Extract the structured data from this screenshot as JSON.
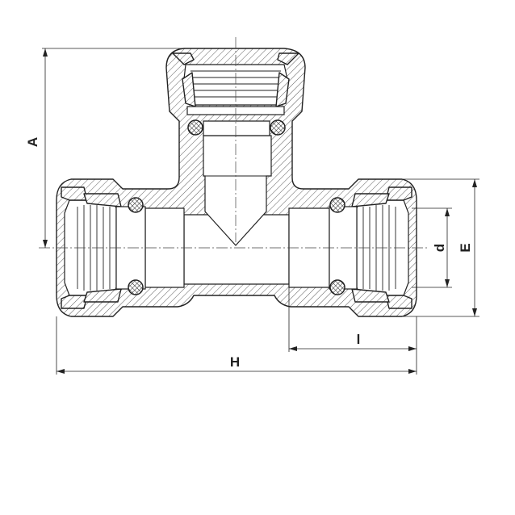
{
  "drawing": {
    "dimension_labels": {
      "A": "A",
      "H": "H",
      "l": "l",
      "d": "d",
      "E": "E"
    },
    "colors": {
      "line": "#222222",
      "background": "#ffffff"
    }
  }
}
